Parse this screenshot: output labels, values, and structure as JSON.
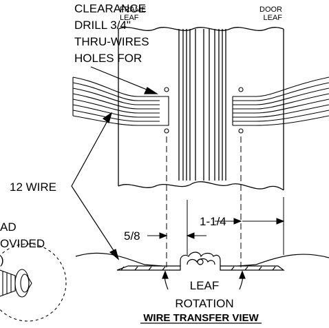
{
  "labels": {
    "clearance_line1": "CLEARANCE",
    "clearance_line2": "DRILL 3/4\"",
    "clearance_line3": "THRU-WIRES",
    "clearance_line4": "HOLES FOR",
    "frame_leaf_line1": "FRAME",
    "frame_leaf_line2": "LEAF",
    "door_leaf_line1": "DOOR",
    "door_leaf_line2": "LEAF",
    "wire_count": "12 WIRE",
    "cut_left_line1": "AD",
    "cut_left_line2": "OVIDED",
    "cut_left_line3": ")",
    "dim_5_8": "5/8",
    "dim_1_1_4": "1-1/4",
    "leaf": "LEAF",
    "rotation": "ROTATION",
    "view_title": "WIRE TRANSFER VIEW"
  },
  "colors": {
    "line": "#000000",
    "background": "#ffffff"
  }
}
